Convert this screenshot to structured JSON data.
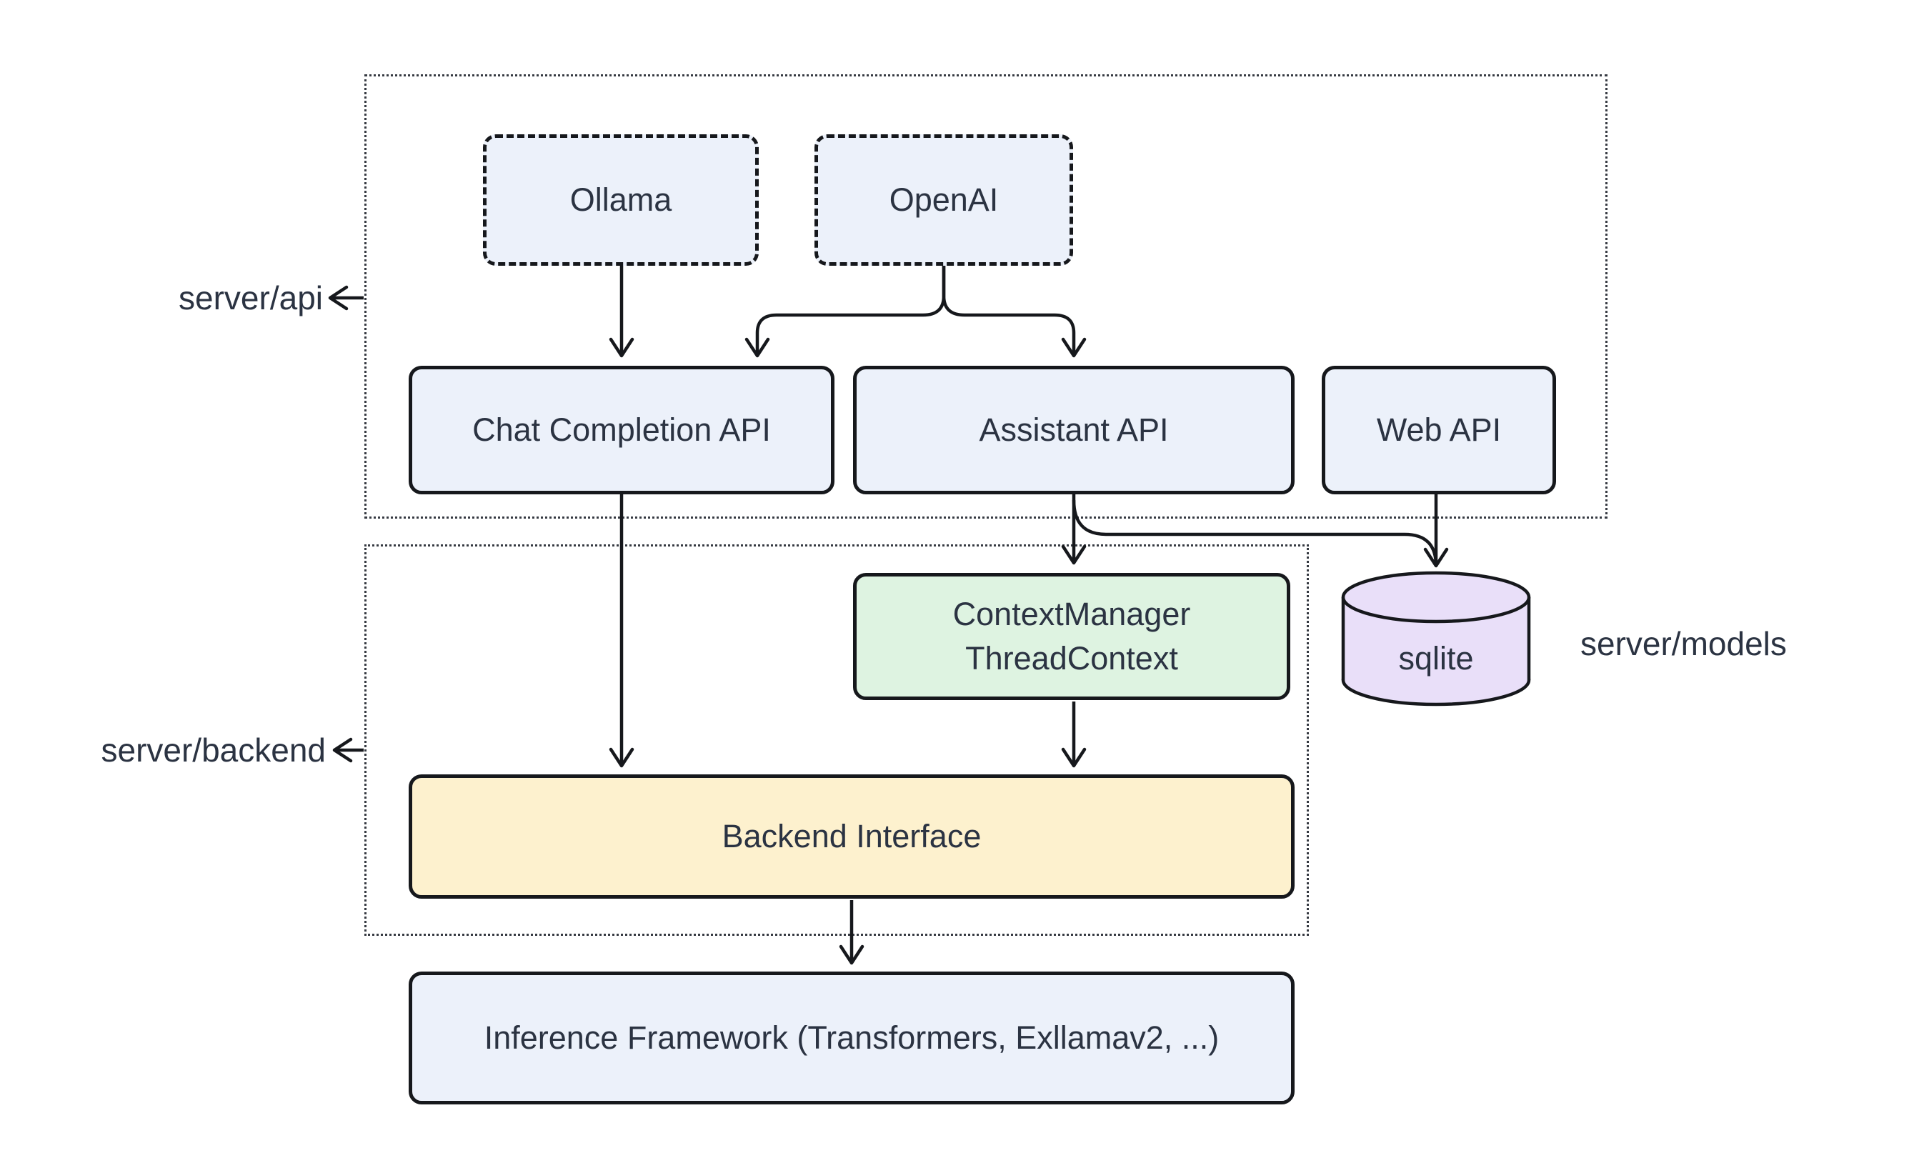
{
  "colors": {
    "background": "#ffffff",
    "node_blue": "#ecf1fa",
    "node_green": "#def3e1",
    "node_yellow": "#fdf1ce",
    "node_purple": "#e9dff9",
    "line": "#16181c",
    "text": "#2b3342"
  },
  "containers": {
    "server_api": {
      "label": "server/api"
    },
    "server_backend": {
      "label": "server/backend"
    }
  },
  "side_labels": {
    "server_models": "server/models"
  },
  "nodes": {
    "ollama": {
      "label": "Ollama"
    },
    "openai": {
      "label": "OpenAI"
    },
    "chat_completion_api": {
      "label": "Chat Completion API"
    },
    "assistant_api": {
      "label": "Assistant API"
    },
    "web_api": {
      "label": "Web API"
    },
    "context_manager": {
      "line1": "ContextManager",
      "line2": "ThreadContext"
    },
    "sqlite": {
      "label": "sqlite"
    },
    "backend_interface": {
      "label": "Backend Interface"
    },
    "inference_framework": {
      "label": "Inference Framework (Transformers, Exllamav2, ...)"
    }
  },
  "edges": [
    {
      "from": "Ollama",
      "to": "Chat Completion API"
    },
    {
      "from": "OpenAI",
      "to": "Chat Completion API"
    },
    {
      "from": "OpenAI",
      "to": "Assistant API"
    },
    {
      "from": "Chat Completion API",
      "to": "Backend Interface"
    },
    {
      "from": "Assistant API",
      "to": "ContextManager ThreadContext"
    },
    {
      "from": "Assistant API",
      "to": "sqlite"
    },
    {
      "from": "Web API",
      "to": "sqlite"
    },
    {
      "from": "ContextManager ThreadContext",
      "to": "Backend Interface"
    },
    {
      "from": "Backend Interface",
      "to": "Inference Framework (Transformers, Exllamav2, ...)"
    }
  ]
}
